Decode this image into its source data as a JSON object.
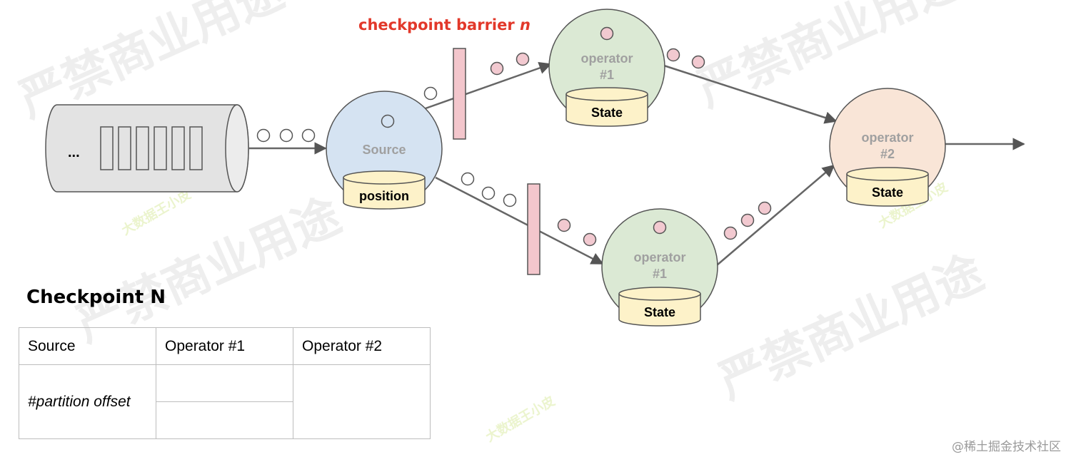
{
  "barrier": {
    "label_prefix": "checkpoint barrier ",
    "label_var": "n"
  },
  "queue": {
    "ellipsis": "..."
  },
  "nodes": {
    "source": {
      "name": "Source",
      "state": "position"
    },
    "op1_top": {
      "line1": "operator",
      "line2": "#1",
      "state": "State"
    },
    "op1_bottom": {
      "line1": "operator",
      "line2": "#1",
      "state": "State"
    },
    "op2": {
      "line1": "operator",
      "line2": "#2",
      "state": "State"
    }
  },
  "checkpoint": {
    "title": "Checkpoint N",
    "headers": [
      "Source",
      "Operator #1",
      "Operator #2"
    ],
    "source_cell": "#partition offset"
  },
  "watermarks": {
    "main": "严禁商业用途",
    "small": "大数据王小皮",
    "footer": "@稀土掘金技术社区"
  },
  "colors": {
    "source_fill": "#d5e3f2",
    "operator1_fill": "#dbe9d4",
    "operator2_fill": "#f9e5d7",
    "state_fill": "#fdf2c9",
    "barrier_fill": "#f3c6cc",
    "record_fill": "#f2c9d0"
  }
}
